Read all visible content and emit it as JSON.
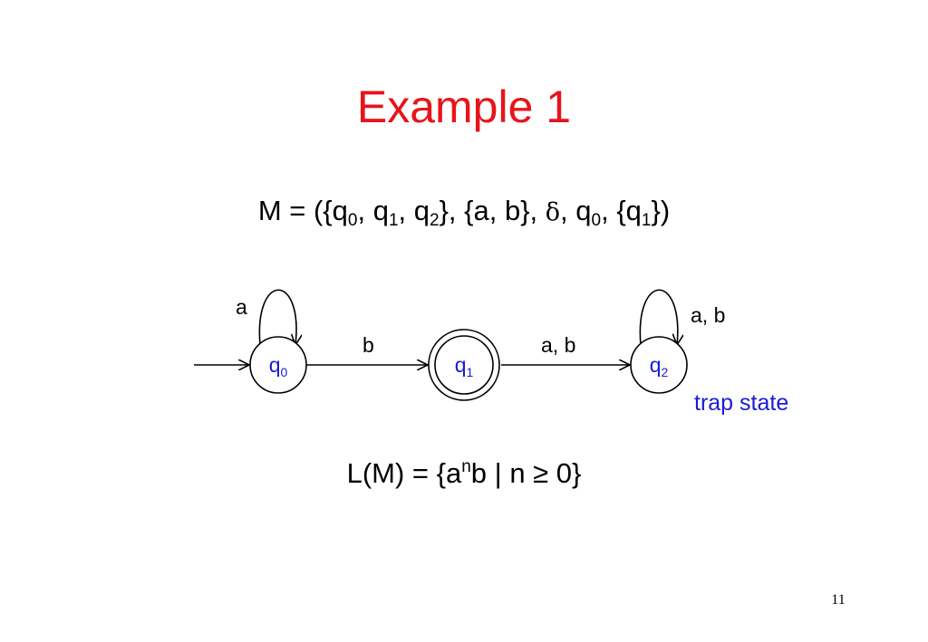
{
  "slide": {
    "title": "Example 1",
    "page_number": "11",
    "colors": {
      "title": "#e8141b",
      "state_labels": "#1b1bd6",
      "annotation": "#1b1bd6",
      "lines": "#000000"
    }
  },
  "machine": {
    "prefix": "M = ({q",
    "s1": "0",
    "t1": ", q",
    "s2": "1",
    "t2": ", q",
    "s3": "2",
    "t3": "}, {a, b}, ",
    "delta": "δ",
    "t4": ", q",
    "s4": "0",
    "t5": ", {q",
    "s5": "1",
    "t6": "})"
  },
  "language": {
    "prefix": "L(M) = {a",
    "sup": "n",
    "middle": "b | n ",
    "geq": "≥",
    "suffix": " 0}"
  },
  "diagram": {
    "states": [
      {
        "name": "q",
        "index": "0",
        "initial": true,
        "accepting": false
      },
      {
        "name": "q",
        "index": "1",
        "initial": false,
        "accepting": true
      },
      {
        "name": "q",
        "index": "2",
        "initial": false,
        "accepting": false
      }
    ],
    "transitions": [
      {
        "from": "q0",
        "to": "q0",
        "label": "a"
      },
      {
        "from": "q0",
        "to": "q1",
        "label": "b"
      },
      {
        "from": "q1",
        "to": "q2",
        "label": "a, b"
      },
      {
        "from": "q2",
        "to": "q2",
        "label": "a, b"
      }
    ],
    "trap_note": "trap state"
  }
}
